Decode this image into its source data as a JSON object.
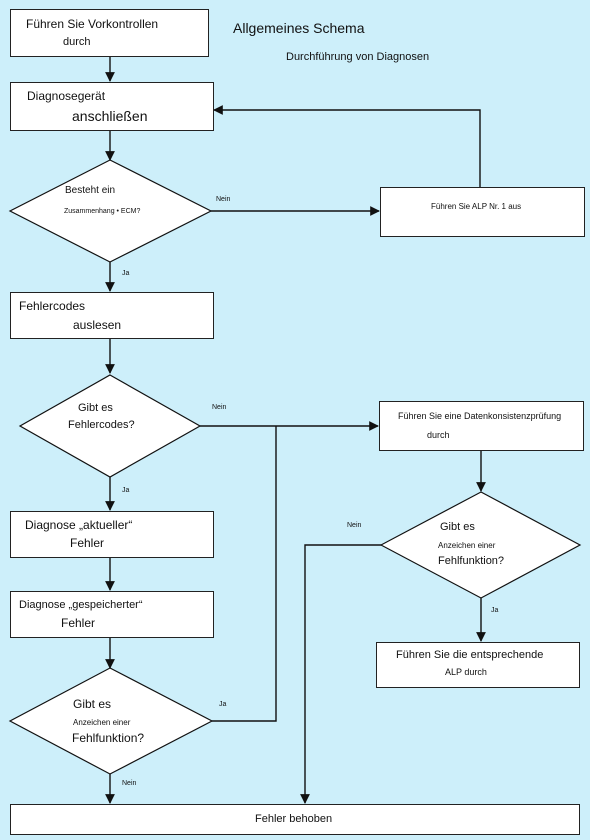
{
  "header": {
    "title": "Allgemeines Schema",
    "subtitle": "Durchführung von Diagnosen"
  },
  "boxes": {
    "vorkontrollen": {
      "line1": "Führen Sie Vorkontrollen",
      "line2": "durch"
    },
    "anschliessen": {
      "line1": "Diagnosegerät",
      "line2": "anschließen"
    },
    "alp1": {
      "line1": "Führen Sie ALP Nr. 1 aus"
    },
    "fehlercodes_auslesen": {
      "line1": "Fehlercodes",
      "line2": "auslesen"
    },
    "datenkonsistenz": {
      "line1": "Führen Sie eine Datenkonsistenzprüfung",
      "line2": "durch"
    },
    "diagnose_aktuell": {
      "line1": "Diagnose „aktueller“",
      "line2": "Fehler"
    },
    "diagnose_gespeichert": {
      "line1": "Diagnose „gespeicherter“",
      "line2": "Fehler"
    },
    "alp_entsprechend": {
      "line1": "Führen Sie die entsprechende",
      "line2": "ALP durch"
    },
    "fehler_behoben": {
      "line1": "Fehler behoben"
    }
  },
  "decisions": {
    "zusammenhang": {
      "line1": "Besteht ein",
      "line2": "Zusammenhang • ECM?"
    },
    "fehlercodes": {
      "line1": "Gibt es",
      "line2": "Fehlercodes?"
    },
    "anzeichen_rechts": {
      "line1": "Gibt es",
      "line2": "Anzeichen einer",
      "line3": "Fehlfunktion?"
    },
    "anzeichen_links": {
      "line1": "Gibt es",
      "line2": "Anzeichen einer",
      "line3": "Fehlfunktion?"
    }
  },
  "labels": {
    "nein_zusammenhang": "Nein",
    "ja_zusammenhang": "Ja",
    "nein_fehlercodes": "Nein",
    "ja_fehlercodes": "Ja",
    "nein_anzeichen_rechts": "Nein",
    "ja_anzeichen_rechts": "Ja",
    "ja_anzeichen_links": "Ja",
    "nein_anzeichen_links": "Nein"
  }
}
